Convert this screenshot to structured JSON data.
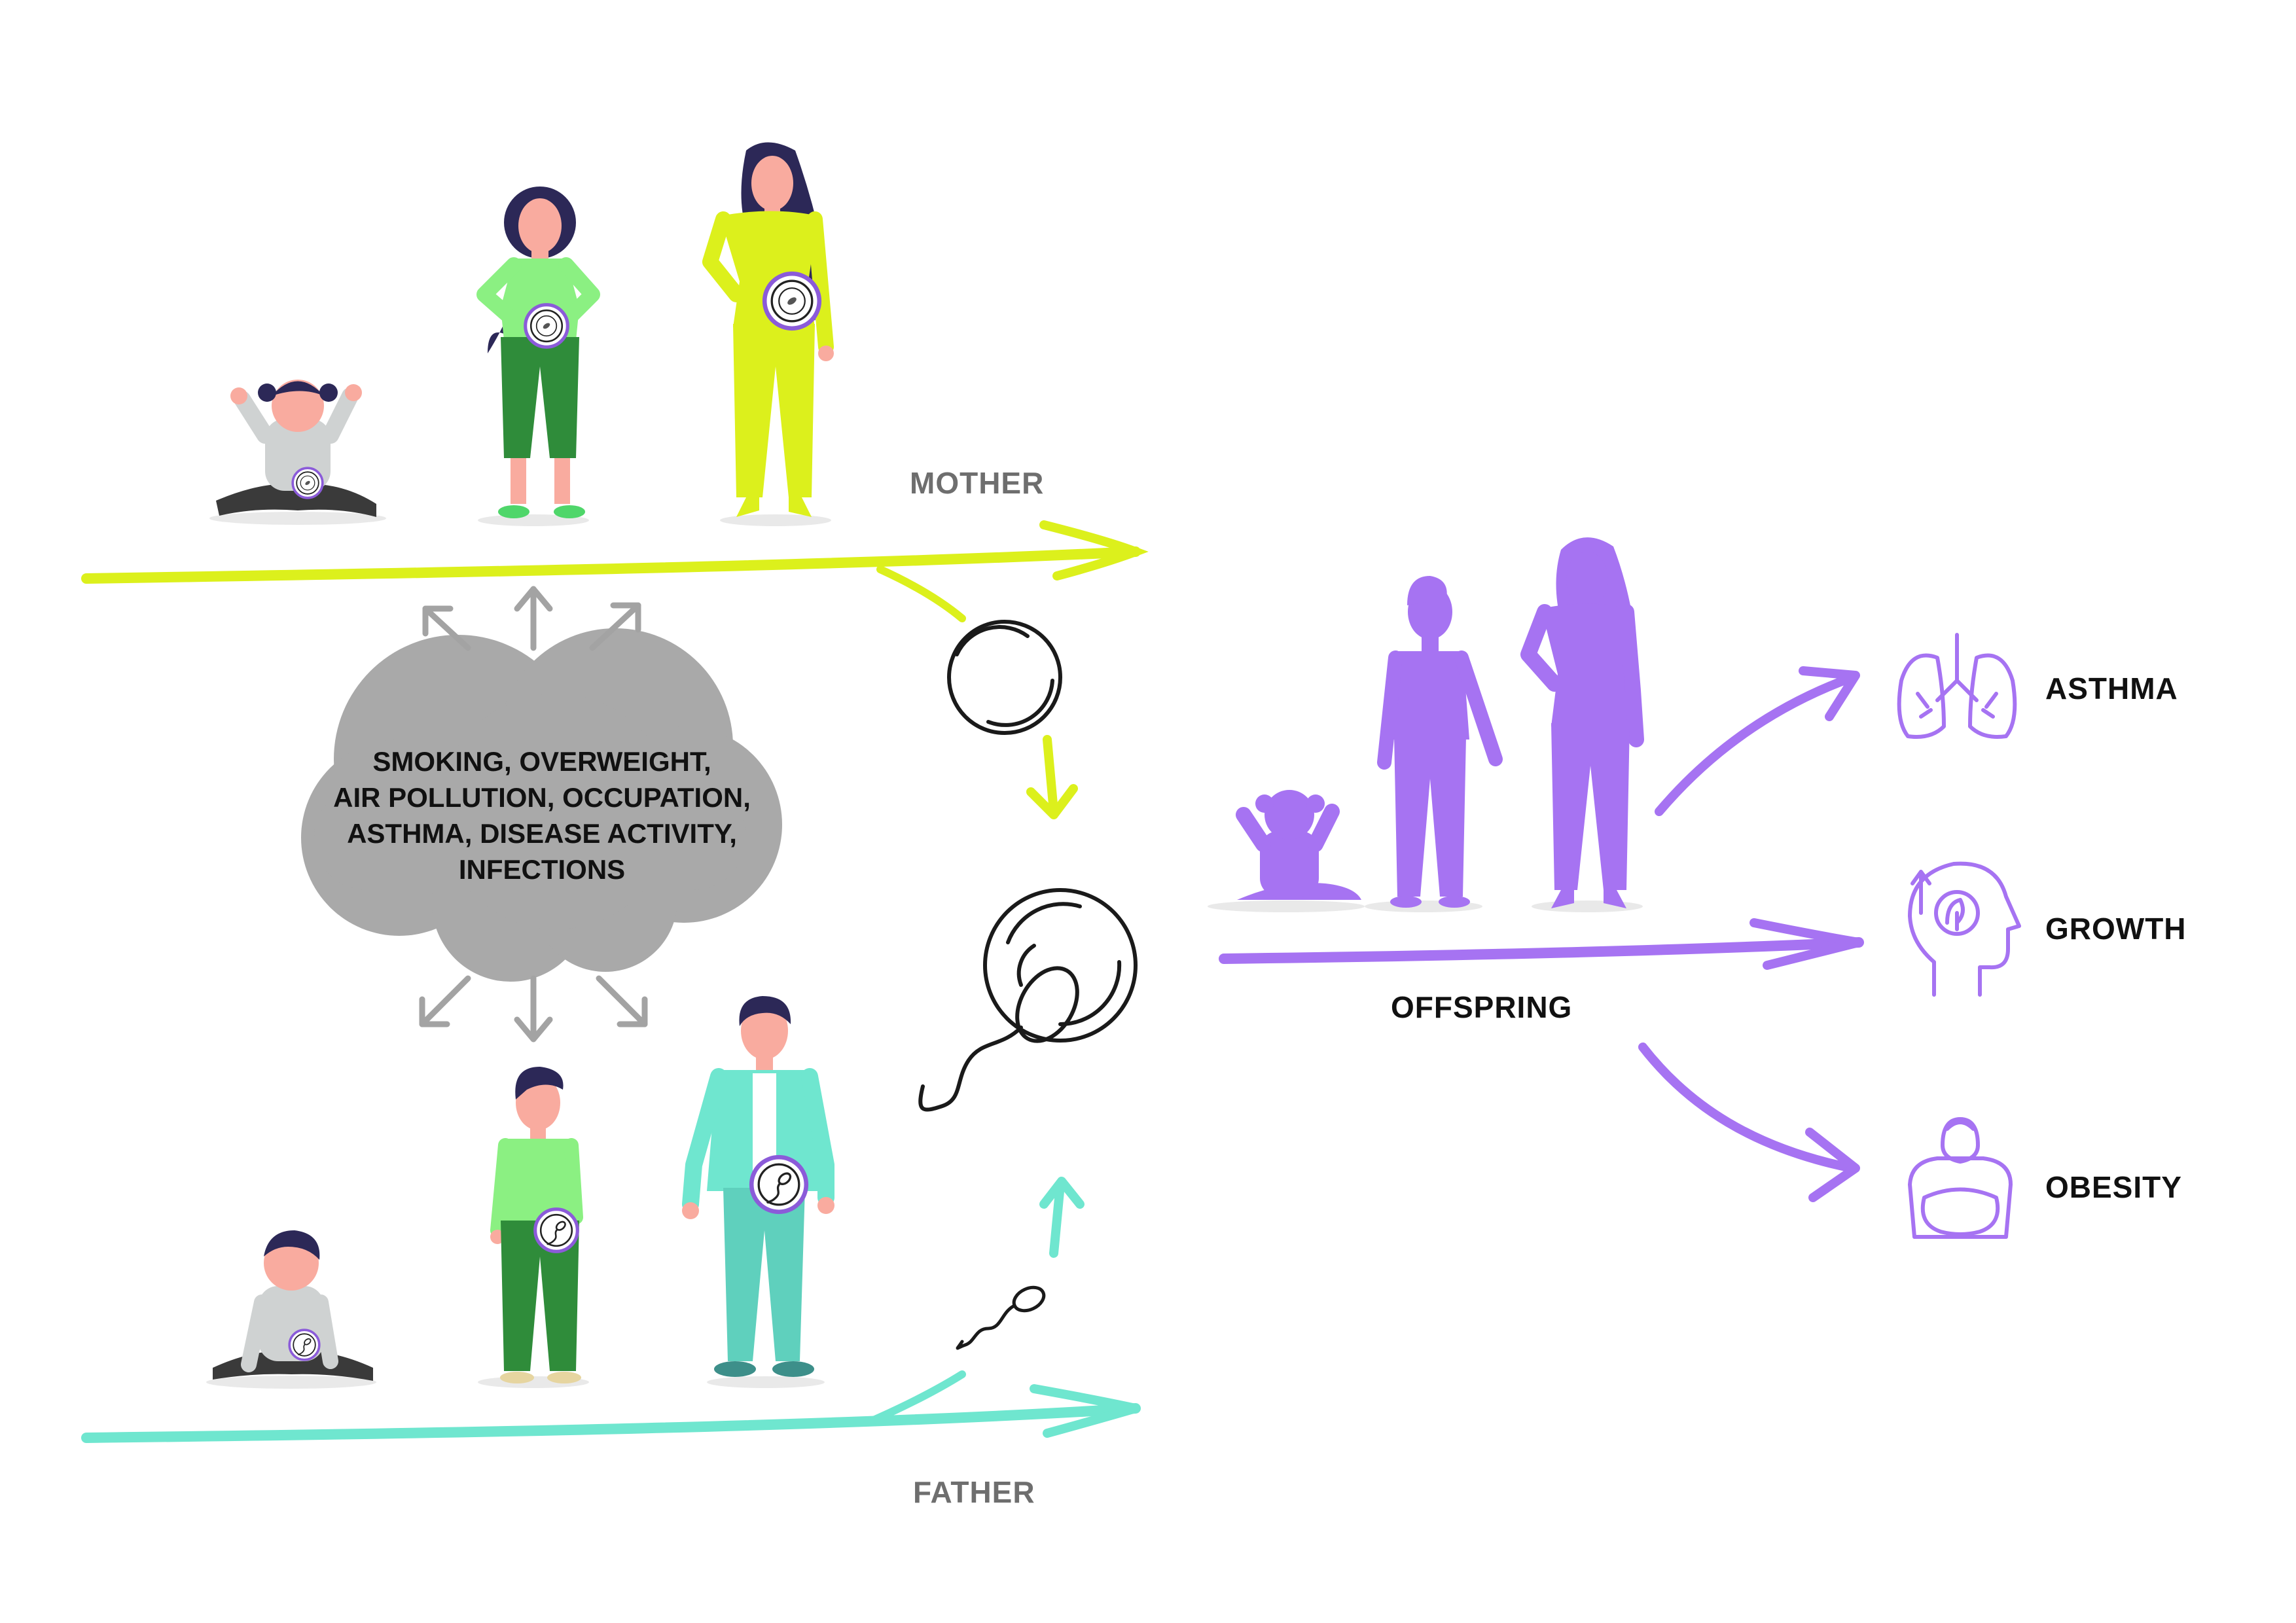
{
  "colors": {
    "mother": "#dcf01c",
    "father": "#6fe6cf",
    "offspring": "#a673f2",
    "cloud": "#a9a9a9",
    "arrow_gray": "#a3a3a3",
    "outline": "#1a1a1a",
    "skin": "#f9ab9f",
    "hair": "#2c2857"
  },
  "labels": {
    "mother": "MOTHER",
    "father": "FATHER",
    "offspring": "OFFSPRING"
  },
  "cloud": {
    "lines": [
      "SMOKING, OVERWEIGHT,",
      "AIR POLLUTION, OCCUPATION,",
      "ASTHMA, DISEASE ACTIVITY,",
      "INFECTIONS"
    ]
  },
  "outcomes": [
    {
      "label": "ASTHMA",
      "icon": "lungs-icon"
    },
    {
      "label": "GROWTH",
      "icon": "head-growth-icon"
    },
    {
      "label": "OBESITY",
      "icon": "obesity-body-icon"
    }
  ]
}
